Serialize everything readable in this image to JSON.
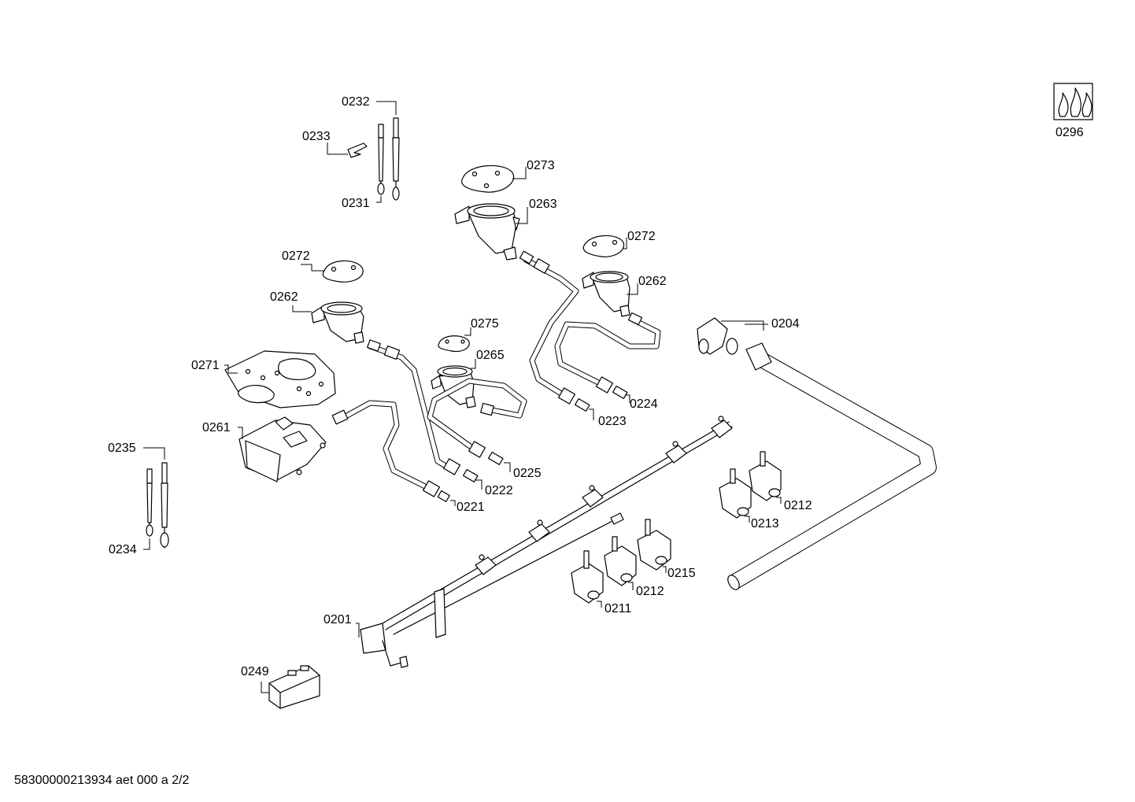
{
  "labels": {
    "p0232": "0232",
    "p0233": "0233",
    "p0231": "0231",
    "p0273": "0273",
    "p0263": "0263",
    "p0272a": "0272",
    "p0272b": "0272",
    "p0262a": "0262",
    "p0262b": "0262",
    "p0275": "0275",
    "p0265": "0265",
    "p0271": "0271",
    "p0261": "0261",
    "p0204": "0204",
    "p0224": "0224",
    "p0223": "0223",
    "p0225": "0225",
    "p0222": "0222",
    "p0221": "0221",
    "p0235": "0235",
    "p0234": "0234",
    "p0212a": "0212",
    "p0213": "0213",
    "p0215": "0215",
    "p0212b": "0212",
    "p0211": "0211",
    "p0201": "0201",
    "p0249": "0249",
    "p0296": "0296"
  },
  "footer": "58300000213934 aet 000 a 2/2"
}
